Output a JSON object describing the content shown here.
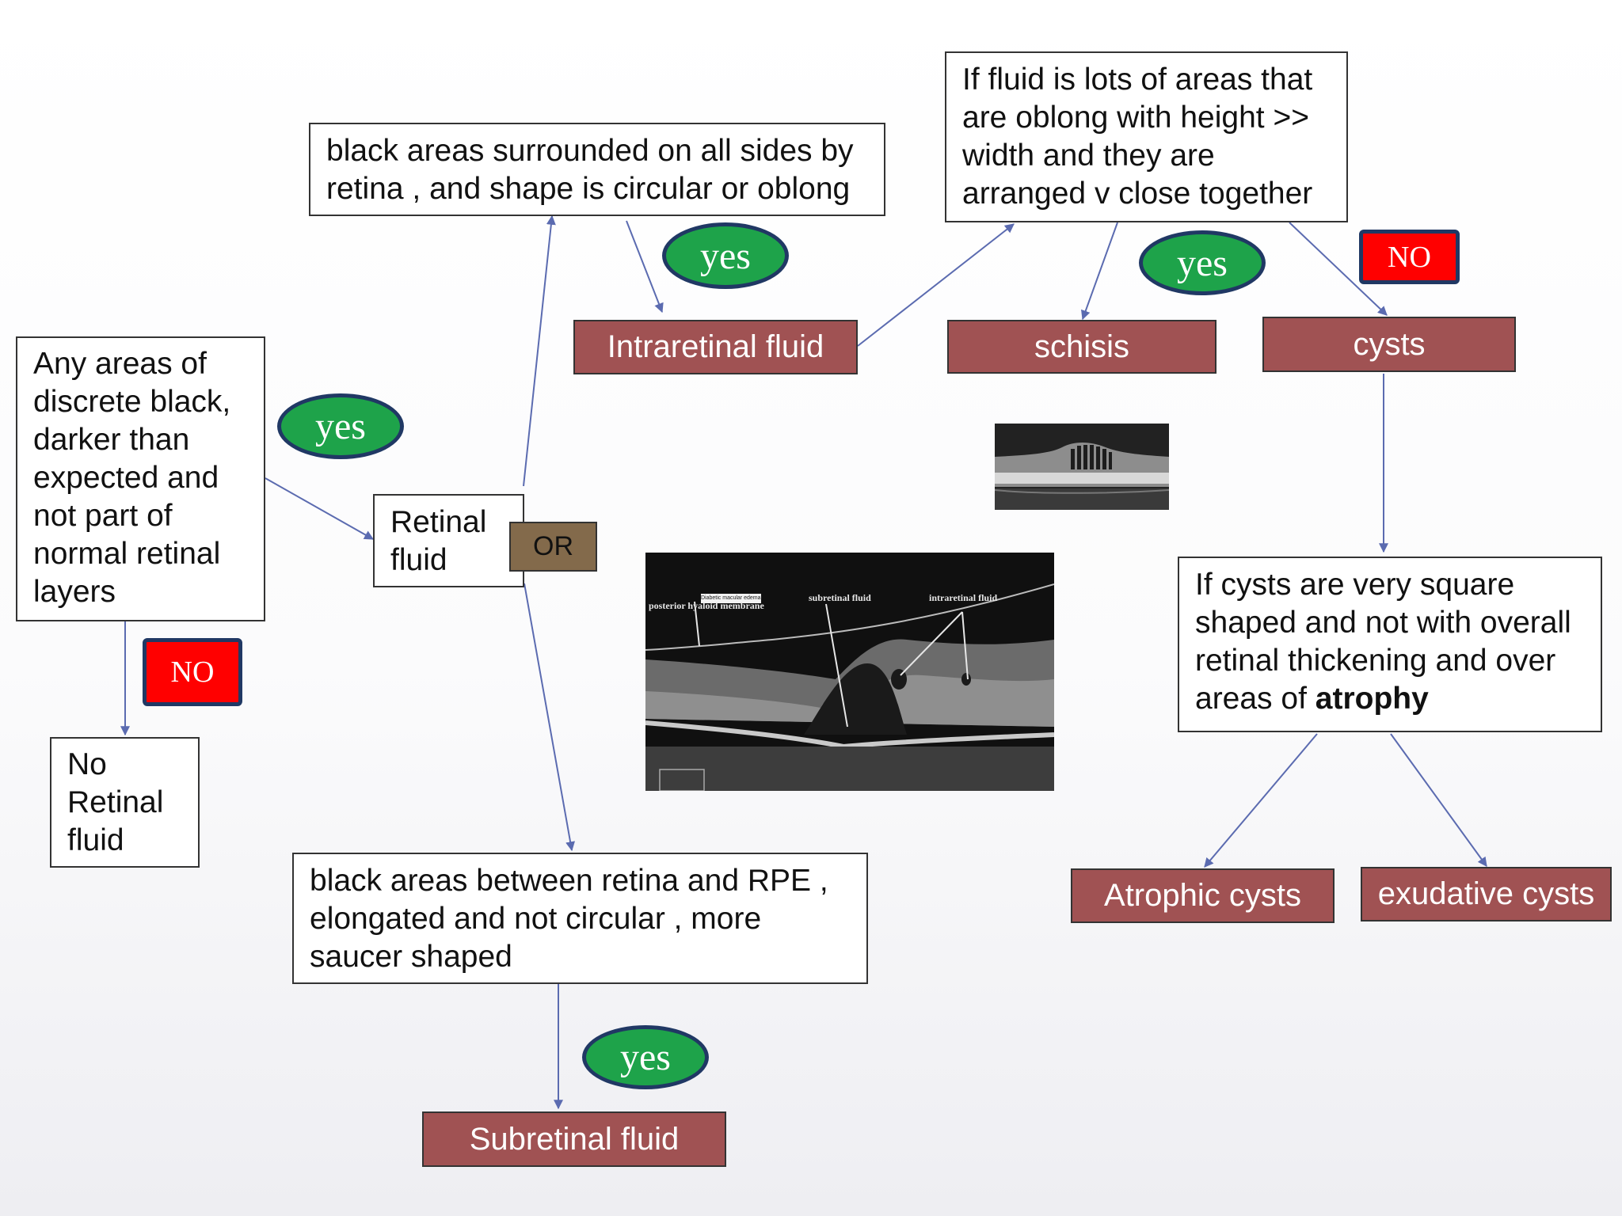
{
  "boxes": {
    "any_areas": "Any areas of\ndiscrete black,\ndarker than\nexpected and\nnot part of\nnormal retinal\nlayers",
    "retinal_fluid": "Retinal\nfluid",
    "no_retinal_fluid": "No\nRetinal\nfluid",
    "black_surrounded": "black areas surrounded on all sides by\nretina , and shape is circular or oblong",
    "black_between": "black areas between retina and RPE ,\nelongated and not circular , more\nsaucer shaped",
    "fluid_oblong": "If fluid is lots of areas that\nare oblong with height >>\nwidth and they are\narranged v  close together",
    "cysts_square_pre": "If cysts are very square\nshaped and not with overall\nretinal thickening and over\nareas of ",
    "cysts_square_bold": "atrophy"
  },
  "results": {
    "intraretinal": "Intraretinal fluid",
    "subretinal": "Subretinal fluid",
    "schisis": "schisis",
    "cysts": "cysts",
    "atrophic": "Atrophic cysts",
    "exudative": "exudative cysts"
  },
  "labels": {
    "yes": "yes",
    "no": "NO",
    "or": "OR"
  },
  "oct_image": {
    "tag": "Diabetic macular edema 1",
    "posterior": "posterior hyaloid membrane",
    "subretinal": "subretinal fluid",
    "intraretinal": "intraretinal fluid"
  },
  "colors": {
    "result_fill": "#a05253",
    "yes_fill": "#1ea34a",
    "no_fill": "#ff0000",
    "or_fill": "#836a4b",
    "badge_border": "#203864",
    "connector": "#5b6bb0"
  }
}
